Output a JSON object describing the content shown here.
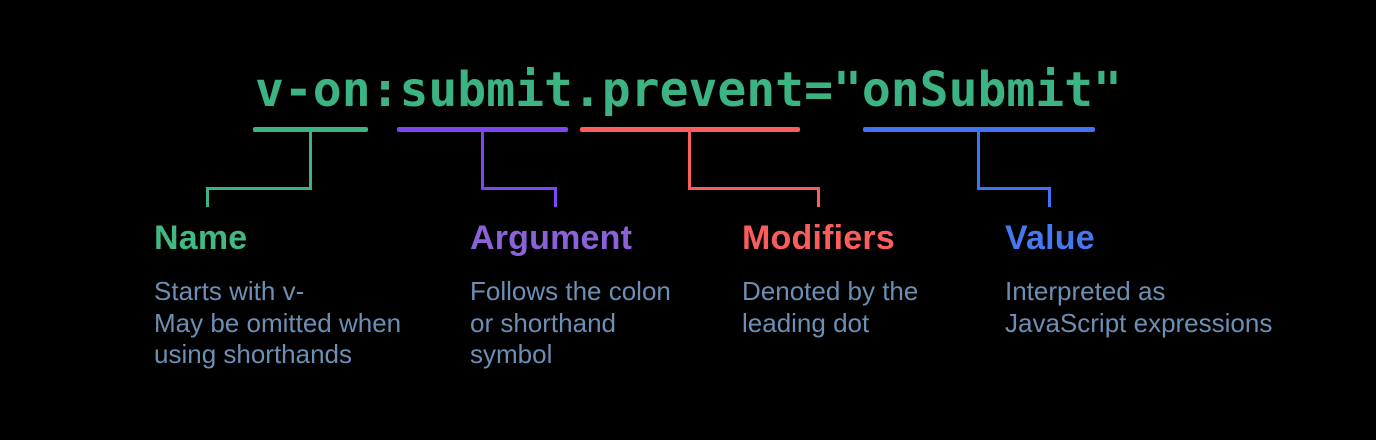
{
  "background": "#000000",
  "description_color": "#6d8fb4",
  "code": {
    "text": "v-on:submit.prevent=\"onSubmit\"",
    "color": "#3cb383"
  },
  "parts": [
    {
      "id": "name",
      "label": "Name",
      "description": "Starts with v-\nMay be omitted when\nusing shorthands",
      "code_segment": "v-on",
      "line_color": "#3cb383",
      "label_color": "#42b883"
    },
    {
      "id": "argument",
      "label": "Argument",
      "description": "Follows the colon\nor shorthand\nsymbol",
      "code_segment": "submit",
      "line_color": "#7d47f2",
      "label_color": "#8c62d9"
    },
    {
      "id": "modifiers",
      "label": "Modifiers",
      "description": "Denoted by the\nleading dot",
      "code_segment": ".prevent",
      "line_color": "#fb5d5d",
      "label_color": "#fb5d5d"
    },
    {
      "id": "value",
      "label": "Value",
      "description": "Interpreted as\nJavaScript expressions",
      "code_segment": "onSubmit",
      "line_color": "#4173f4",
      "label_color": "#4678f2"
    }
  ]
}
